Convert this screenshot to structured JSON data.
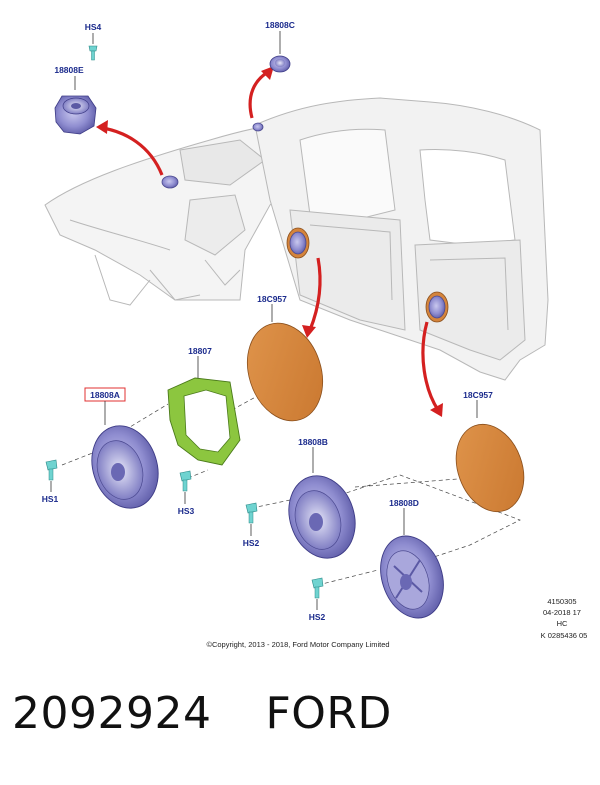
{
  "callouts": {
    "hs4": "HS4",
    "c18808C": "18808C",
    "c18808E": "18808E",
    "c18C957_top": "18C957",
    "c18807": "18807",
    "c18808A": "18808A",
    "c18C957_right": "18C957",
    "c18808B": "18808B",
    "c18808D": "18808D",
    "hs1": "HS1",
    "hs3": "HS3",
    "hs2_left": "HS2",
    "hs2_bottom": "HS2"
  },
  "info_block": {
    "line1": "4150305",
    "line2": "04-2018 17",
    "line3": "HC",
    "line4": "K 0285436 05"
  },
  "copyright": "©Copyright, 2013 - 2018, Ford Motor Company Limited",
  "footer": {
    "part_number": "2092924",
    "brand": "FORD"
  },
  "colors": {
    "callout_text": "#1a2a8c",
    "speaker": "#8a88c8",
    "ring": "#8cc63f",
    "pad": "#d4843c",
    "arrow": "#d42020",
    "body_line": "#bfbfbf",
    "highlight_box": "#e03030"
  }
}
